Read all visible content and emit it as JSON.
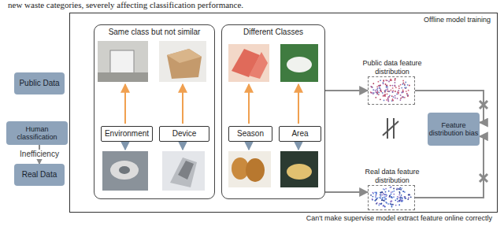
{
  "diagram": {
    "nodes": [
      {
        "text": [
          "Offline model training",
          "Can't make supervise model extract feature online correctly"
        ]
      },
      {
        "text": [
          "Public Data"
        ]
      },
      {
        "text": [
          "Human classification"
        ]
      },
      {
        "text": [
          "Real Data"
        ]
      },
      {
        "text": [
          "Same class but not similar"
        ],
        "in": 0
      },
      {
        "text": [
          "Environment"
        ],
        "in": 4
      },
      {
        "text": [
          "Device"
        ],
        "in": 4
      },
      {
        "text": [
          "Different Classes"
        ],
        "in": 0
      },
      {
        "text": [
          "Season"
        ],
        "in": 7
      },
      {
        "text": [
          "Area"
        ],
        "in": 7
      },
      {
        "text": [
          "Public data feature distribution"
        ],
        "in": 0
      },
      {
        "text": [
          "Real data feature distribution"
        ],
        "in": 0
      },
      {
        "text": [
          "Feature distribution bias"
        ],
        "in": 0
      }
    ],
    "edges": [
      {
        "from": 2,
        "to": 3,
        "arrow": "to",
        "label": "Inefficiency"
      },
      {
        "from": 7,
        "to": 10,
        "arrow": "to"
      },
      {
        "from": 7,
        "to": 11,
        "arrow": "to"
      },
      {
        "from": 10,
        "to": 12,
        "arrow": "to"
      },
      {
        "from": 11,
        "to": 12,
        "arrow": "to"
      }
    ],
    "labels": [
      "new waste categories, severely affecting classification performance."
    ]
  }
}
